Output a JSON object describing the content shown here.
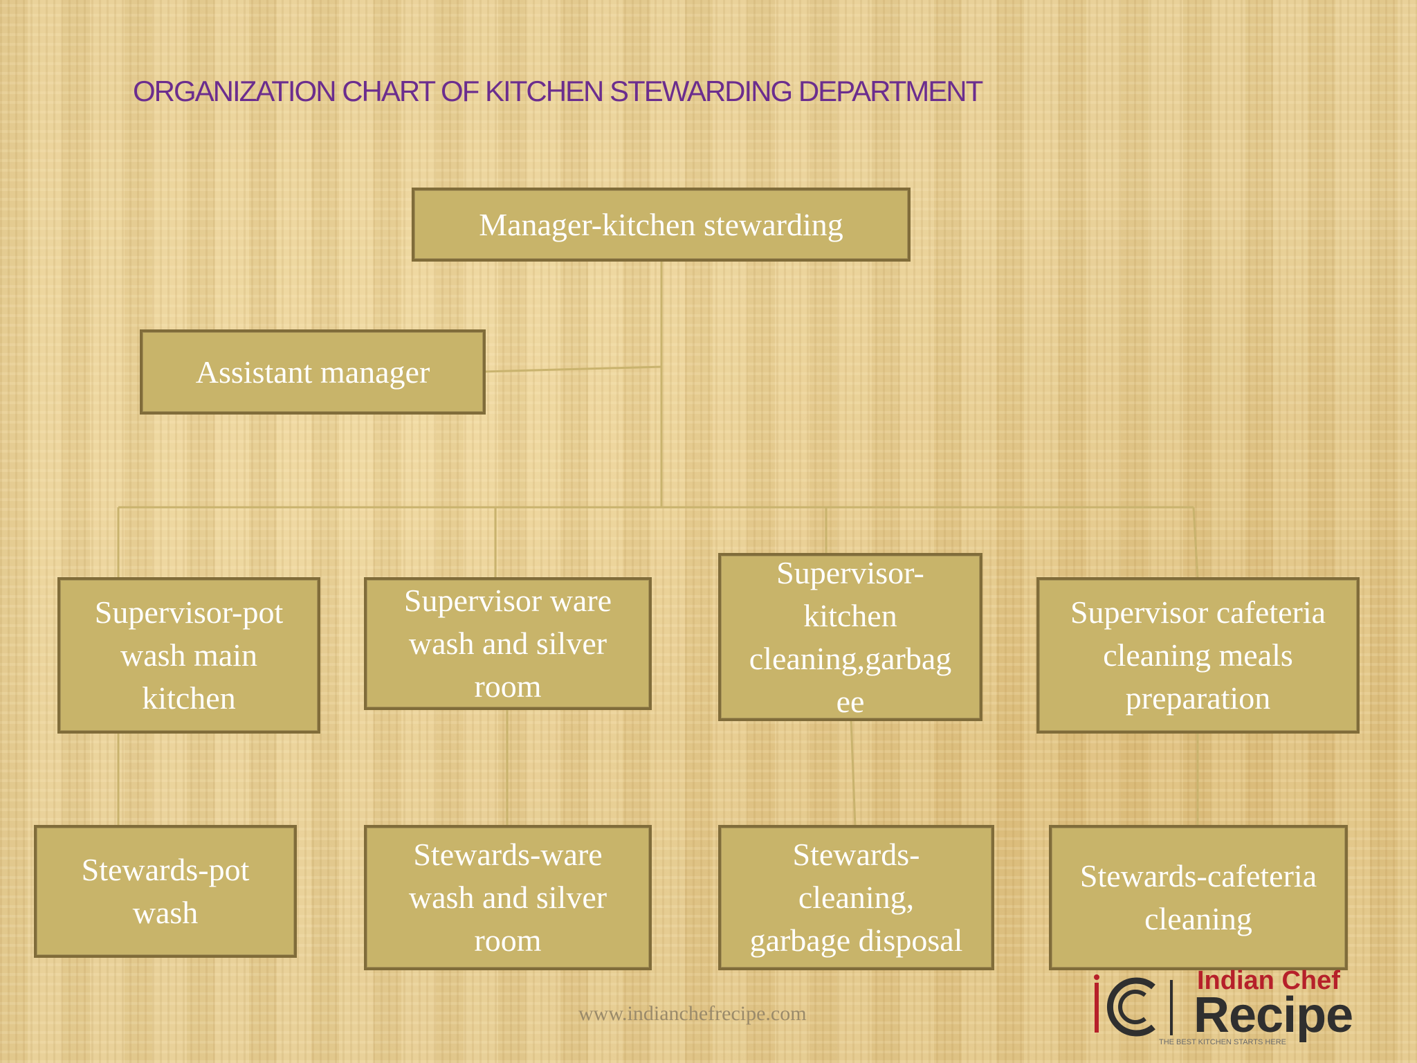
{
  "title": "ORGANIZATION CHART OF KITCHEN STEWARDING DEPARTMENT",
  "manager": {
    "lines": [
      "Manager-kitchen stewarding"
    ]
  },
  "assistant": {
    "lines": [
      "Assistant manager"
    ]
  },
  "supervisors": [
    {
      "lines": [
        "Supervisor-pot",
        "wash main",
        "kitchen"
      ]
    },
    {
      "lines": [
        "Supervisor ware",
        "wash and silver",
        "room"
      ]
    },
    {
      "lines": [
        "Supervisor-",
        "kitchen",
        "cleaning,garbag",
        "ee"
      ]
    },
    {
      "lines": [
        "Supervisor cafeteria",
        "cleaning meals",
        "preparation"
      ]
    }
  ],
  "stewards": [
    {
      "lines": [
        "Stewards-pot",
        "wash"
      ]
    },
    {
      "lines": [
        "Stewards-ware",
        "wash and silver",
        "room"
      ]
    },
    {
      "lines": [
        "Stewards-",
        "cleaning,",
        "garbage disposal"
      ]
    },
    {
      "lines": [
        "Stewards-cafeteria",
        "cleaning"
      ]
    }
  ],
  "footer_url": "www.indianchefrecipe.com",
  "logo": {
    "line1": "Indian Chef",
    "line2": "Recipe",
    "tagline": "THE BEST KITCHEN STARTS HERE"
  },
  "colors": {
    "title": "#6b2d8e",
    "box_fill": "#c8b46a",
    "box_border": "#806c3a",
    "box_text": "#ffffff",
    "connector": "#c9b36e"
  }
}
